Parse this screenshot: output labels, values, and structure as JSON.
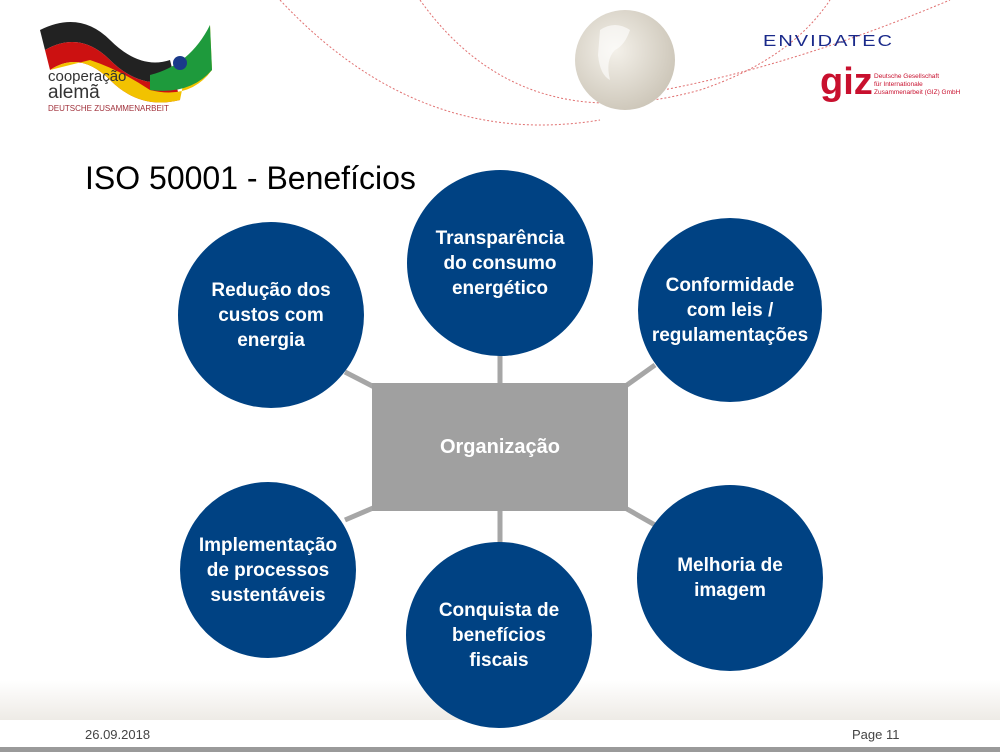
{
  "header": {
    "logo_left": {
      "line1": "cooperação",
      "line2": "alemã",
      "line3": "DEUTSCHE ZUSAMMENARBEIT"
    },
    "logo_envidatec": "ENVIDATEC",
    "logo_giz": {
      "mark": "giz",
      "line1": "Deutsche Gesellschaft",
      "line2": "für Internationale",
      "line3": "Zusammenarbeit (GIZ) GmbH"
    }
  },
  "title": "ISO 50001 - Benefícios",
  "diagram": {
    "center": "Organização",
    "nodes": [
      "Redução dos\ncustos com\nenergia",
      "Transparência\ndo consumo\nenergético",
      "Conformidade\ncom leis /\nregulamentações",
      "Implementação\nde processos\nsustentáveis",
      "Conquista de\nbenefícios\nfiscais",
      "Melhoria de\nimagem"
    ]
  },
  "footer": {
    "date": "26.09.2018",
    "page": "Page 11"
  },
  "colors": {
    "circle": "#004283",
    "box": "#a0a0a0"
  }
}
